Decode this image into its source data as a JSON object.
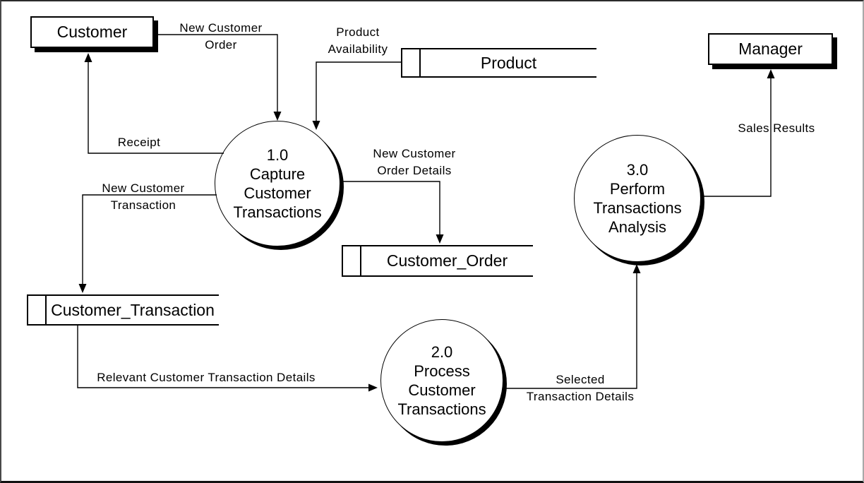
{
  "diagram": {
    "entities": {
      "customer": {
        "label": "Customer"
      },
      "manager": {
        "label": "Manager"
      }
    },
    "processes": {
      "p1": {
        "number": "1.0",
        "name": "Capture Customer Transactions"
      },
      "p2": {
        "number": "2.0",
        "name": "Process Customer Transactions"
      },
      "p3": {
        "number": "3.0",
        "name": "Perform Transactions Analysis"
      }
    },
    "datastores": {
      "product": {
        "label": "Product"
      },
      "customer_order": {
        "label": "Customer_Order"
      },
      "customer_transaction": {
        "label": "Customer_Transaction"
      }
    },
    "flows": {
      "new_customer_order": {
        "line1": "New Customer",
        "line2": "Order"
      },
      "product_availability": {
        "line1": "Product",
        "line2": "Availability"
      },
      "receipt": {
        "line1": "Receipt"
      },
      "new_customer_transaction": {
        "line1": "New Customer",
        "line2": "Transaction"
      },
      "new_customer_order_details": {
        "line1": "New Customer",
        "line2": "Order Details"
      },
      "relevant_customer_transaction_details": {
        "line1": "Relevant Customer Transaction Details"
      },
      "selected_transaction_details": {
        "line1": "Selected",
        "line2": "Transaction Details"
      },
      "sales_results": {
        "line1": "Sales Results"
      }
    },
    "colors": {
      "ink": "#000000",
      "paper": "#ffffff"
    }
  }
}
